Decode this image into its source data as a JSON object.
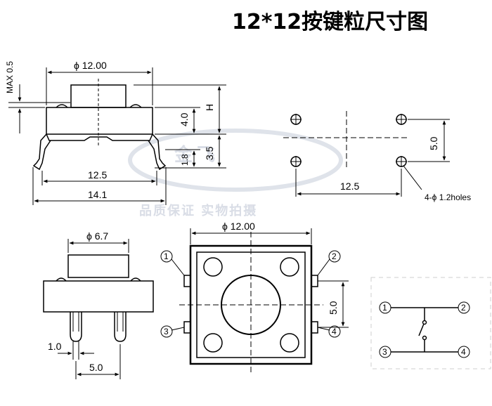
{
  "title": "12*12按键粒尺寸图",
  "watermark": {
    "brand": "金飞",
    "slogan": "品质保证 实物拍摄"
  },
  "side_view": {
    "max_label": "MAX 0.5",
    "width_label": "ϕ 12.00",
    "h_label": "H",
    "body_height": "4.0",
    "pin_upper": "3.5",
    "pin_lower": "1.8",
    "pin_span": "12.5",
    "overall_span": "14.1"
  },
  "pcb_layout": {
    "pitch_v": "5.0",
    "pitch_h": "12.5",
    "holes_label": "4-ϕ 1.2holes"
  },
  "front_view": {
    "cap_label": "ϕ 6.7",
    "lead_label": "1.0",
    "pitch_label": "5.0"
  },
  "top_view": {
    "width_label": "ϕ 12.00",
    "pitch_label": "5.0",
    "pins": [
      "1",
      "2",
      "3",
      "4"
    ]
  },
  "schematic": {
    "pins": [
      "1",
      "2",
      "3",
      "4"
    ]
  }
}
